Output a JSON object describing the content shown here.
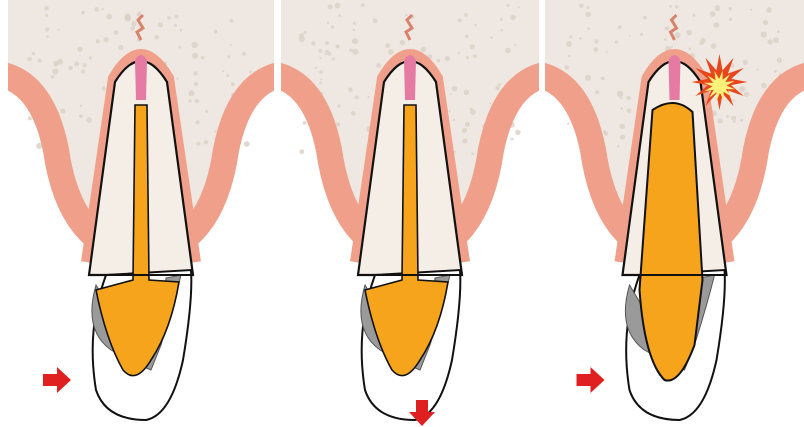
{
  "figure": {
    "panels": [
      {
        "id": "panel-1",
        "force_direction": "horizontal",
        "post_type": "short",
        "has_fracture": false
      },
      {
        "id": "panel-2",
        "force_direction": "vertical",
        "post_type": "short",
        "has_fracture": false
      },
      {
        "id": "panel-3",
        "force_direction": "horizontal",
        "post_type": "wide",
        "has_fracture": true
      }
    ],
    "colors": {
      "bone": "#efe8e2",
      "bone_dots": "#d9cfc6",
      "gum": "#f0a08a",
      "gum_edge": "#d9826c",
      "root": "#f4eee6",
      "post": "#f5a41c",
      "pulp": "#e57aa3",
      "crown_metal": "#9a9a9a",
      "outline": "#111111",
      "arrow": "#e02020",
      "burst_outer": "#e8461a",
      "burst_inner": "#fff07a"
    },
    "icons": [
      "force-arrow-icon",
      "fracture-burst-icon"
    ]
  }
}
